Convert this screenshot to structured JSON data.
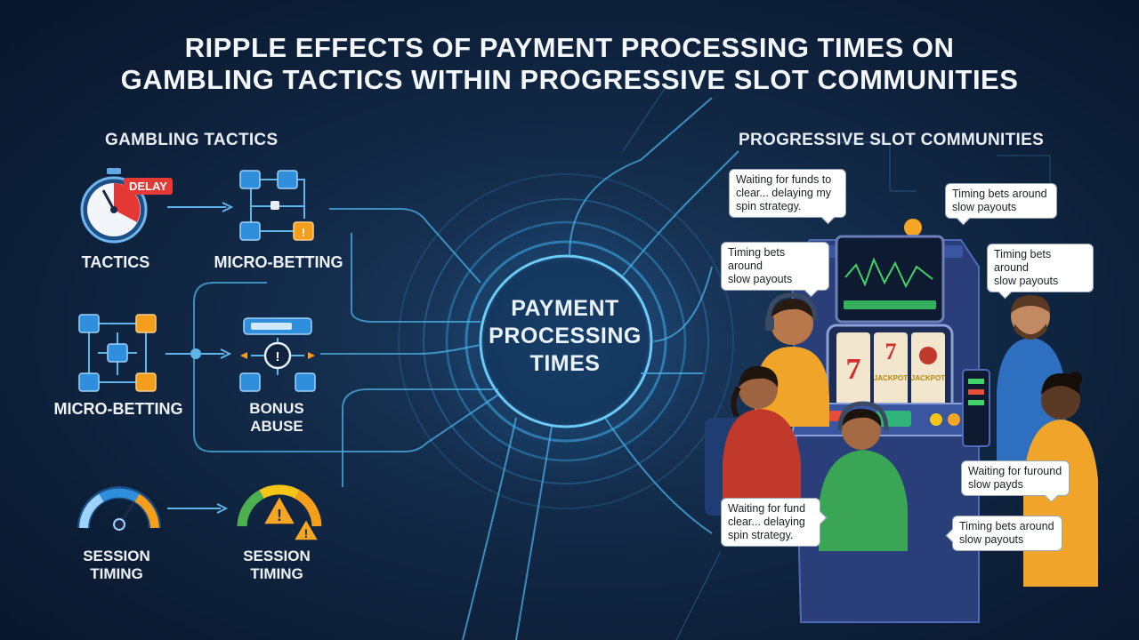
{
  "title": {
    "line1": "RIPPLE EFFECTS OF PAYMENT PROCESSING TIMES ON",
    "line2": "GAMBLING TACTICS WITHIN PROGRESSIVE SLOT COMMUNITIES"
  },
  "left_section": {
    "heading": "GAMBLING TACTICS",
    "delay_badge": "DELAY",
    "nodes": [
      {
        "label": "TACTICS"
      },
      {
        "label": "MICRO-BETTING"
      },
      {
        "label": "MICRO-BETTING"
      },
      {
        "label_line1": "BONUS",
        "label_line2": "ABUSE"
      },
      {
        "label_line1": "SESSION",
        "label_line2": "TIMING"
      },
      {
        "label_line1": "SESSION",
        "label_line2": "TIMING"
      }
    ]
  },
  "hub": {
    "line1": "PAYMENT",
    "line2": "PROCESSING",
    "line3": "TIMES"
  },
  "right_section": {
    "heading": "PROGRESSIVE SLOT COMMUNITIES",
    "bubbles": [
      {
        "line1": "Waiting for funds to",
        "line2": "clear... delaying my",
        "line3": "spin strategy."
      },
      {
        "line1": "Timing bets around",
        "line2": "slow payouts"
      },
      {
        "line1": "Timing bets around",
        "line2": "slow payouts"
      },
      {
        "line1": "Timing bets around",
        "line2": "slow payouts"
      },
      {
        "line1": "Waiting for furound",
        "line2": "slow payds"
      },
      {
        "line1": "Waiting for fund",
        "line2": "clear... delaying",
        "line3": "spin strategy."
      },
      {
        "line1": "Timing bets around",
        "line2": "slow payouts"
      }
    ],
    "reel_words": [
      "JACKPOT",
      "JACKPOT"
    ]
  },
  "colors": {
    "background": "#0f2340",
    "glow": "#4fc3f7",
    "icon_blue": "#2f8fdc",
    "warning_orange": "#f59e1b",
    "delay_red": "#e53935"
  }
}
